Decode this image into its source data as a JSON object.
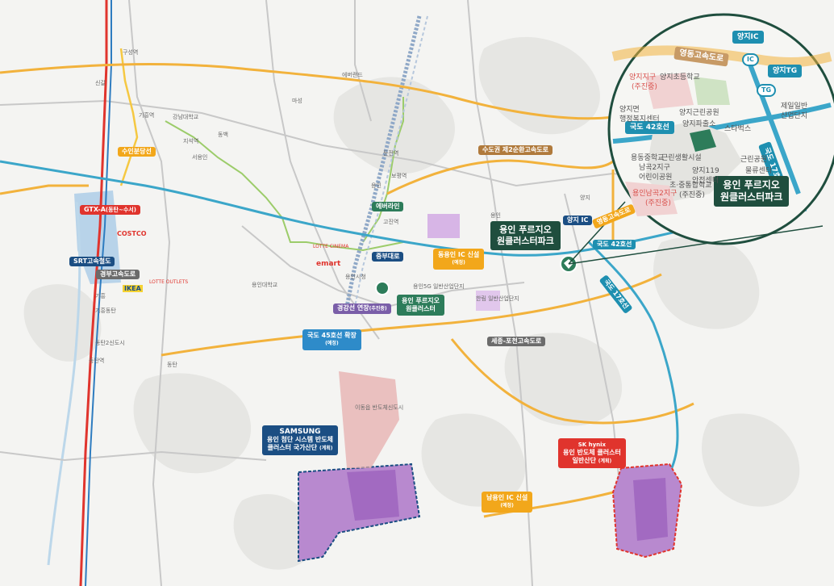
{
  "map": {
    "project": {
      "line1": "용인 푸르지오",
      "line2": "원클러스터파크"
    },
    "project_mid": {
      "line1": "용인 푸르지오",
      "line2": "원클러스터"
    },
    "samsung": {
      "brand": "SAMSUNG",
      "line1": "용인 첨단 시스템 반도체",
      "line2": "클러스터 국가산단",
      "status": "(계획)"
    },
    "sk": {
      "brand": "SK hynix",
      "line1": "용인 반도체 클러스터",
      "line2": "일반산단",
      "status": "(계획)"
    },
    "road_labels": {
      "suin": "수인분당선",
      "gtx": "GTX-A",
      "gtx_sub": "(동탄~수서)",
      "srt": "SRT고속철도",
      "gyeongbu": "경부고속도로",
      "everline": "에버라인",
      "jungbu": "중부대로",
      "yongin_ic_new": "동용인 IC 신설",
      "yongin_ic_new_status": "(예정)",
      "gyeonggang": "경강선 연장",
      "gyeonggang_status": "(추진중)",
      "route45": "국도 45호선 확장",
      "route45_status": "(예정)",
      "capital_ring": "수도권 제2순환고속도로",
      "sejong": "세종-포천고속도로",
      "yangji_ic": "양지 IC",
      "route42": "국도 42호선",
      "route17": "국도 17호선",
      "yeongdong": "영동고속도로",
      "namyongin": "남용인 IC 신설",
      "namyongin_status": "(예정)"
    },
    "places": {
      "sinsal": "신갈",
      "giheung": "기흥역",
      "cheonggu": "구성역",
      "seoyongin": "서용인",
      "yongin": "용인",
      "dongtan": "동탄역",
      "giheung2": "기흥",
      "giheung_dongtan": "기흥동탄",
      "dongtan2": "동탄2신도시",
      "dongtan_ic": "동탄",
      "masung": "마성",
      "yongin_station": "용인",
      "everland": "에버랜드",
      "isdong": "이동읍 반도체신도시",
      "yangji": "양지",
      "yonginsi": "용인시청",
      "yongin_univ": "용인대학교",
      "dongbaek": "동백",
      "gojin": "고진역",
      "bogeun": "보평역",
      "dunjeon": "둔전역",
      "emart": "emart",
      "lotte": "LOTTE CINEMA",
      "costco": "COSTCO",
      "ikea": "IKEA",
      "lotte_outlet": "LOTTE OUTLETS",
      "yongin_5g": "용인5G 일반산업단지",
      "hanrim": "한림 일반산업단지",
      "gangnam_univ": "강남대학교",
      "ciwoo": "지석역"
    },
    "inset": {
      "yeongdong": "영동고속도로",
      "yangji_ic": "양지IC",
      "yangji_tg": "양지TG",
      "ic": "IC",
      "tg": "TG",
      "route42": "국도 42호선",
      "route17": "국도 17호선",
      "project_line1": "용인 푸르지오",
      "project_line2": "원클러스터파크",
      "labels": [
        {
          "text": "양지지구",
          "red": true
        },
        {
          "text": "(주진중)",
          "red": true
        },
        {
          "text": "양지초등학교",
          "red": false
        },
        {
          "text": "양지근린공원",
          "red": false
        },
        {
          "text": "양지면",
          "red": false
        },
        {
          "text": "행정복지센터",
          "red": false
        },
        {
          "text": "양지파출소",
          "red": false
        },
        {
          "text": "스타벅스",
          "red": false
        },
        {
          "text": "용동중학교",
          "red": false
        },
        {
          "text": "근린생활시설",
          "red": false
        },
        {
          "text": "근린공원",
          "red": false
        },
        {
          "text": "남곡2지구",
          "red": false
        },
        {
          "text": "어린이공원",
          "red": false
        },
        {
          "text": "양지119",
          "red": false
        },
        {
          "text": "안전센터",
          "red": false
        },
        {
          "text": "물류센터",
          "red": false
        },
        {
          "text": "초·중통합학교",
          "red": false
        },
        {
          "text": "(주진중)",
          "red": false
        },
        {
          "text": "용인남곡2지구",
          "red": true
        },
        {
          "text": "(주진중)",
          "red": true
        },
        {
          "text": "제일일반",
          "red": false
        },
        {
          "text": "산업단지",
          "red": false
        }
      ]
    },
    "colors": {
      "highway_orange": "#f2a71b",
      "route_blue": "#3ba6c9",
      "rail_red": "#e0342d",
      "rail_blue": "#2e7cc0",
      "subway_green": "#7cbf4a",
      "inset_frame": "#1f4e3e",
      "project_green": "#2d7c5a",
      "industrial_purple": "#a57cc7"
    }
  }
}
